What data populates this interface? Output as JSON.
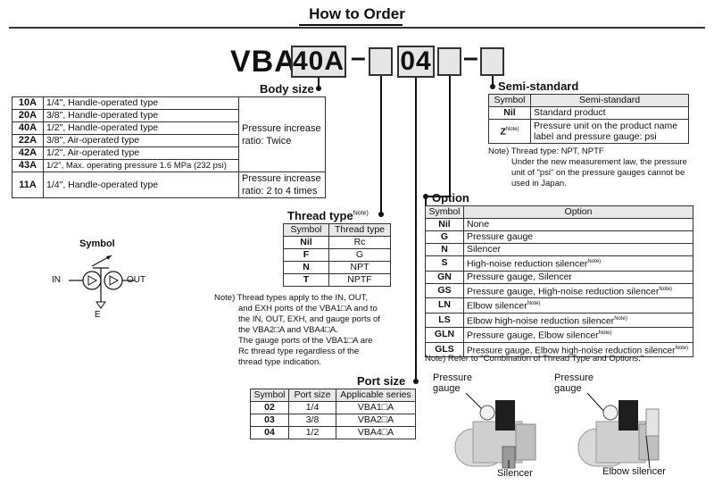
{
  "header": {
    "title": "How to Order"
  },
  "code": {
    "prefix": "VBA",
    "body_size": "40A",
    "port_size": "04",
    "dash": "–"
  },
  "body_size": {
    "label": "Body size",
    "rows": [
      {
        "symbol": "10A",
        "desc": "1/4\", Handle-operated type"
      },
      {
        "symbol": "20A",
        "desc": "3/8\", Handle-operated type"
      },
      {
        "symbol": "40A",
        "desc": "1/2\", Handle-operated type"
      },
      {
        "symbol": "22A",
        "desc": "3/8\", Air-operated type"
      },
      {
        "symbol": "42A",
        "desc": "1/2\", Air-operated type"
      },
      {
        "symbol": "43A",
        "desc": "1/2\", Max. operating pressure 1.6 MPa (232 psi)"
      },
      {
        "symbol": "11A",
        "desc": "1/4\", Handle-operated type"
      }
    ],
    "group_twice": "Pressure increase ratio: Twice",
    "group_2to4": "Pressure increase ratio: 2 to 4 times"
  },
  "symbol_diagram": {
    "title": "Symbol",
    "in": "IN",
    "out": "OUT",
    "exh": "E"
  },
  "thread_type": {
    "label": "Thread type",
    "note_mark": "Note)",
    "headers": [
      "Symbol",
      "Thread type"
    ],
    "rows": [
      {
        "symbol": "Nil",
        "type": "Rc"
      },
      {
        "symbol": "F",
        "type": "G"
      },
      {
        "symbol": "N",
        "type": "NPT"
      },
      {
        "symbol": "T",
        "type": "NPTF"
      }
    ],
    "note_lines": [
      "Note) Thread types apply to the IN, OUT,",
      "and EXH ports of the VBA1□A and to",
      "the IN, OUT, EXH, and gauge ports of",
      "the VBA2□A and VBA4□A.",
      "The gauge ports of the VBA1□A are",
      "Rc thread type regardless of the",
      "thread type indication."
    ]
  },
  "port_size": {
    "label": "Port size",
    "headers": [
      "Symbol",
      "Port size",
      "Applicable series"
    ],
    "rows": [
      {
        "symbol": "02",
        "size": "1/4",
        "series": "VBA1□A"
      },
      {
        "symbol": "03",
        "size": "3/8",
        "series": "VBA2□A"
      },
      {
        "symbol": "04",
        "size": "1/2",
        "series": "VBA4□A"
      }
    ]
  },
  "semi_standard": {
    "label": "Semi-standard",
    "headers": [
      "Symbol",
      "Semi-standard"
    ],
    "rows": [
      {
        "symbol": "Nil",
        "desc": "Standard product"
      },
      {
        "symbol": "Z",
        "note": "Note)",
        "desc_line1": "Pressure unit on the product name",
        "desc_line2": "label and pressure gauge: psi"
      }
    ],
    "note_lines": [
      "Note) Thread type: NPT, NPTF",
      "Under the new measurement law, the pressure",
      "unit of \"psi\" on the pressure gauges cannot be",
      "used in Japan."
    ]
  },
  "option": {
    "label": "Option",
    "headers": [
      "Symbol",
      "Option"
    ],
    "rows": [
      {
        "symbol": "Nil",
        "desc": "None",
        "note": ""
      },
      {
        "symbol": "G",
        "desc": "Pressure gauge",
        "note": ""
      },
      {
        "symbol": "N",
        "desc": "Silencer",
        "note": ""
      },
      {
        "symbol": "S",
        "desc": "High-noise reduction silencer",
        "note": "Note)"
      },
      {
        "symbol": "GN",
        "desc": "Pressure gauge, Silencer",
        "note": ""
      },
      {
        "symbol": "GS",
        "desc": "Pressure gauge, High-noise reduction silencer",
        "note": "Note)"
      },
      {
        "symbol": "LN",
        "desc": "Elbow silencer",
        "note": "Note)"
      },
      {
        "symbol": "LS",
        "desc": "Elbow high-noise reduction silencer",
        "note": "Note)"
      },
      {
        "symbol": "GLN",
        "desc": "Pressure gauge, Elbow silencer",
        "note": "Note)"
      },
      {
        "symbol": "GLS",
        "desc": "Pressure gauge, Elbow high-noise reduction silencer",
        "note": "Note)"
      }
    ],
    "note": "Note) Refer to \"Combination of Thread Type and Options.\""
  },
  "photos": {
    "left": {
      "top_line1": "Pressure",
      "top_line2": "gauge",
      "bottom": "Silencer"
    },
    "right": {
      "top_line1": "Pressure",
      "top_line2": "gauge",
      "bottom": "Elbow silencer"
    }
  }
}
